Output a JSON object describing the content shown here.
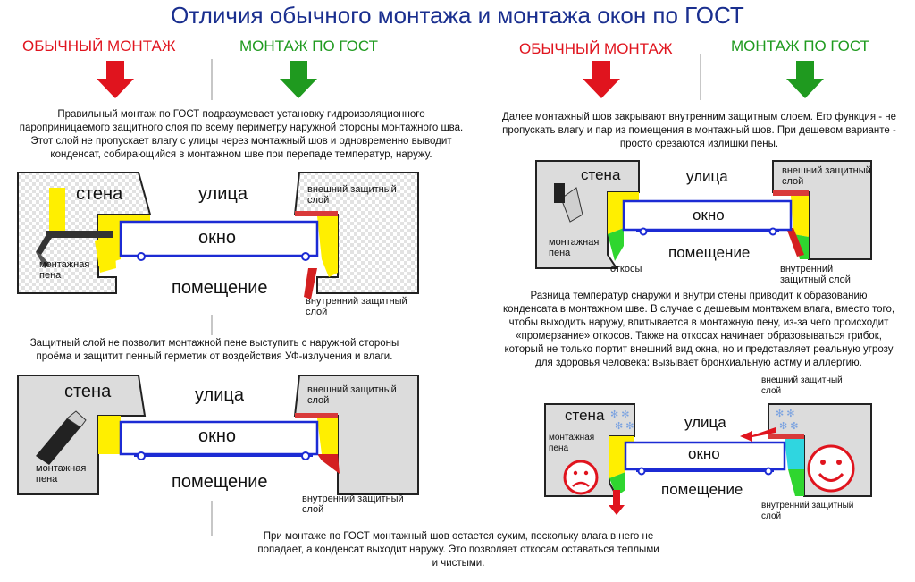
{
  "title": "Отличия обычного монтажа и монтажа окон по ГОСТ",
  "headers": {
    "ordinary": "ОБЫЧНЫЙ МОНТАЖ",
    "gost": "МОНТАЖ ПО ГОСТ"
  },
  "paragraphs": {
    "p1": "Правильный монтаж по ГОСТ подразумевает установку гидроизоляционного пароприницаемого защитного слоя по всему периметру наружной стороны монтажного шва. Этот слой не пропускает влагу с улицы через монтажный шов и одновременно выводит конденсат, собирающийся в монтажном шве при перепаде температур, наружу.",
    "p2": "Защитный слой не позволит монтажной пене выступить с наружной стороны проёма и защитит пенный герметик от воздействия УФ-излучения и влаги.",
    "p3": "Далее монтажный шов закрывают внутренним защитным слоем. Его функция - не пропускать влагу и пар из помещения в монтажный шов. При дешевом варианте - просто срезаются излишки пены.",
    "p4": "Разница температур снаружи и внутри стены приводит к образованию конденсата в монтажном шве. В случае с дешевым монтажем влага, вместо того, чтобы выходить наружу, впитывается в монтажную пену, из-за чего происходит «промерзание» откосов. Также на откосах начинает образовываться грибок, который не только портит внешний вид окна, но и представляет реальную угрозу для здоровья человека: вызывает бронхиальную астму и аллергию.",
    "p5": "При монтаже по ГОСТ монтажный шов остается сухим, поскольку влага в него не попадает, а конденсат выходит наружу. Это позволяет откосам оставаться теплыми и чистыми."
  },
  "labels": {
    "wall": "стена",
    "street": "улица",
    "window": "окно",
    "room": "помещение",
    "foam": "монтажная пена",
    "outer_layer": "внешний защитный слой",
    "inner_layer": "внутренний защитный слой",
    "slopes": "откосы"
  },
  "colors": {
    "title": "#1a2f8f",
    "ordinary": "#e0141e",
    "gost": "#1f9a1f",
    "foam": "#ffef00",
    "window_frame": "#1c2bd4",
    "wall": "#d9d9d9",
    "outer_layer": "#d93a3a",
    "slope": "#2fd62f"
  }
}
